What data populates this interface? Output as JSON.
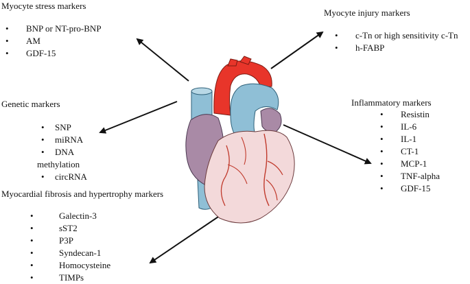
{
  "groups": {
    "stress": {
      "title": "Myocyte stress markers",
      "items": [
        "BNP or NT-pro-BNP",
        "AM",
        "GDF-15"
      ]
    },
    "injury": {
      "title": "Myocyte injury markers",
      "items": [
        "c-Tn or high sensitivity c-Tn",
        "h-FABP"
      ]
    },
    "genetic": {
      "title": "Genetic markers",
      "items": [
        "SNP",
        "miRNA",
        "DNA",
        "circRNA"
      ],
      "item_continuation": "methylation"
    },
    "inflammatory": {
      "title": "Inflammatory markers",
      "items": [
        "Resistin",
        "IL-6",
        "IL-1",
        "CT-1",
        "MCP-1",
        "TNF-alpha",
        "GDF-15"
      ]
    },
    "fibrosis": {
      "title": "Myocardial fibrosis and hypertrophy markers",
      "items": [
        "Galectin-3",
        "sST2",
        "P3P",
        "Syndecan-1",
        "Homocysteine",
        "TIMPs"
      ]
    }
  },
  "colors": {
    "arrow": "#111111",
    "aorta_red": "#e8352a",
    "vessel_blue": "#8fbfd6",
    "atrium_purple": "#a98aa6",
    "ventricle_pink": "#f3d9da",
    "artery_red": "#c0392b"
  }
}
